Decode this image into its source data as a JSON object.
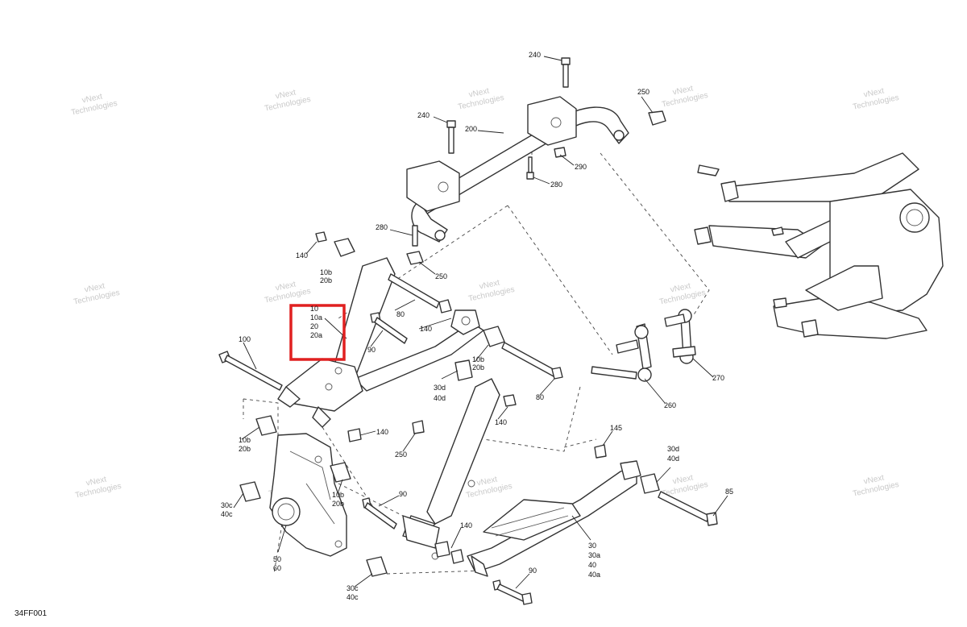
{
  "figure": {
    "id_label": "34FF001",
    "watermark_line1": "vNext",
    "watermark_line2": "Technologies",
    "highlight_color": "#e02020",
    "line_color": "#333333"
  },
  "callouts": {
    "c240_top": "240",
    "c240_left": "240",
    "c250_top": "250",
    "c200": "200",
    "c290": "290",
    "c280_right": "280",
    "c280_left": "280",
    "c250_mid": "250",
    "c140_a": "140",
    "c10b_20b_a_1": "10b",
    "c10b_20b_a_2": "20b",
    "c80_a": "80",
    "c140_b": "140",
    "c100": "100",
    "c90_a": "90",
    "c10b_20b_b_1": "10b",
    "c10b_20b_b_2": "20b",
    "c30d_40d_a_1": "30d",
    "c30d_40d_a_2": "40d",
    "c80_b": "80",
    "c140_c": "140",
    "c140_d": "140",
    "c250_low": "250",
    "c145": "145",
    "c30d_40d_b_1": "30d",
    "c30d_40d_b_2": "40d",
    "c85": "85",
    "c10b_20b_c_1": "10b",
    "c10b_20b_c_2": "20b",
    "c10b_20b_d_1": "10b",
    "c10b_20b_d_2": "20b",
    "c90_b": "90",
    "c30c_40c_a_1": "30c",
    "c30c_40c_a_2": "40c",
    "c50_60_1": "50",
    "c50_60_2": "60",
    "c140_e": "140",
    "c90_c": "90",
    "c30_stack_1": "30",
    "c30_stack_2": "30a",
    "c30_stack_3": "40",
    "c30_stack_4": "40a",
    "c30c_40c_b_1": "30c",
    "c30c_40c_b_2": "40c",
    "c260": "260",
    "c270": "270"
  },
  "highlight_box": {
    "label_1": "10",
    "label_2": "10a",
    "label_3": "20",
    "label_4": "20a"
  }
}
